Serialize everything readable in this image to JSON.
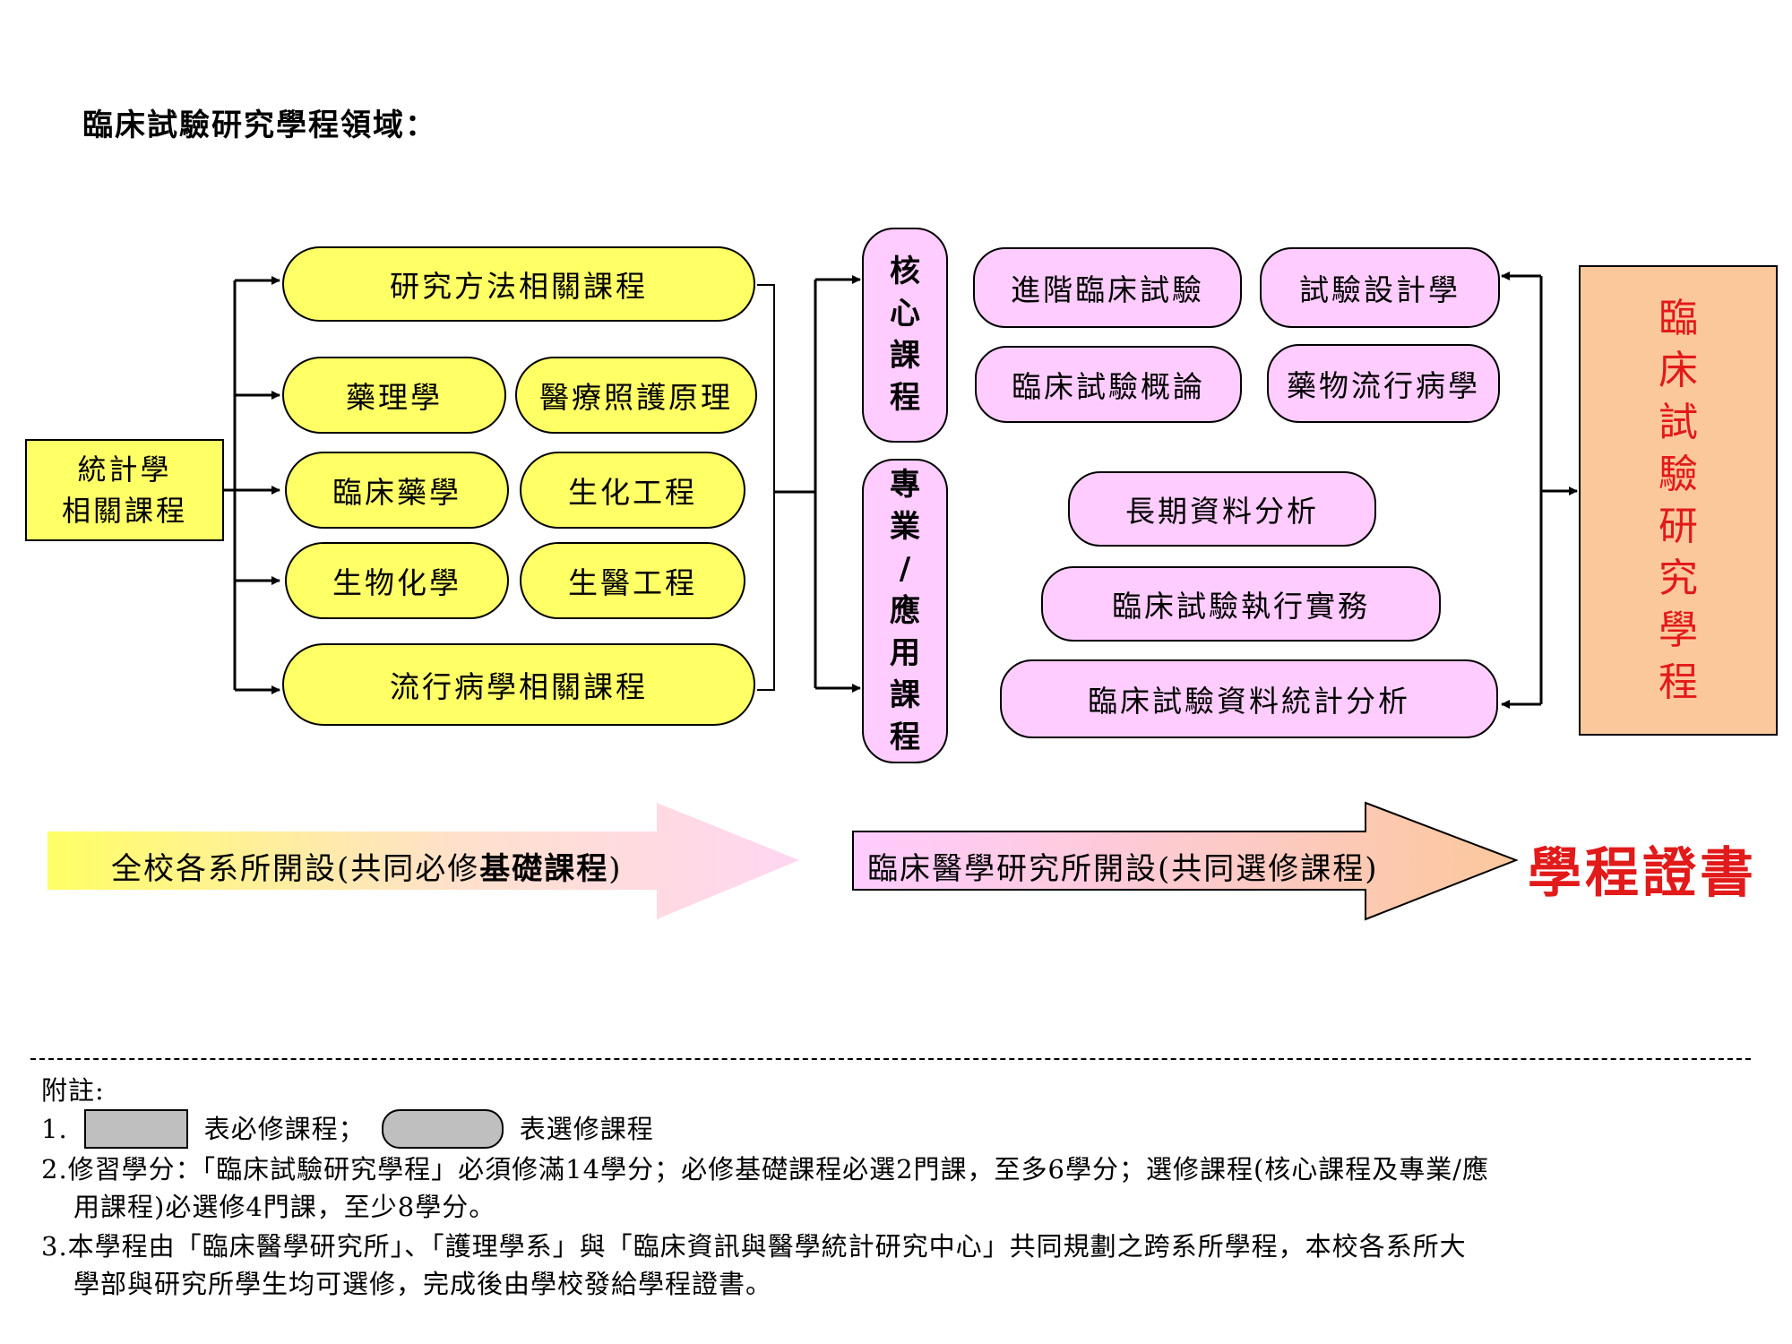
{
  "title": "臨床試驗研究學程領域：",
  "left_box": {
    "line1": "統計學",
    "line2": "相關課程"
  },
  "foundation": {
    "research_methods": "研究方法相關課程",
    "pharmacology": "藥理學",
    "nursing": "醫療照護原理",
    "clinical_pharmacy": "臨床藥學",
    "biochem_eng": "生化工程",
    "biochemistry": "生物化學",
    "biomed_eng": "生醫工程",
    "epidemiology": "流行病學相關課程"
  },
  "core_label": [
    "核",
    "心",
    "課",
    "程"
  ],
  "prof_label": [
    "專",
    "業",
    "/",
    "應",
    "用",
    "課",
    "程"
  ],
  "core_courses": {
    "advanced_trials": "進階臨床試驗",
    "trial_design": "試驗設計學",
    "intro_trials": "臨床試驗概論",
    "pharmaco_epi": "藥物流行病學"
  },
  "prof_courses": {
    "longitudinal": "長期資料分析",
    "execution": "臨床試驗執行實務",
    "stats_analysis": "臨床試驗資料統計分析"
  },
  "final_box": [
    "臨",
    "床",
    "試",
    "驗",
    "研",
    "究",
    "學",
    "程"
  ],
  "arrow1": {
    "text": "全校各系所開設(共同必修",
    "bold": "基礎課程",
    "end": ")"
  },
  "arrow2": {
    "text": "臨床醫學研究所開設(共同選修課程)"
  },
  "certificate": "學程證書",
  "colors": {
    "yellow": "#ffff66",
    "pink": "#ffccff",
    "orange": "#fbc89c",
    "red": "#e21a1a",
    "gray": "#bfbfbf"
  },
  "notes": {
    "heading": "附註:",
    "n1_prefix": "1.",
    "n1_required": "表必修課程；",
    "n1_elective": "表選修課程",
    "n2_line1": "2.修習學分：「臨床試驗研究學程」必須修滿14學分；必修基礎課程必選2門課，至多6學分；選修課程(核心課程及專業/應",
    "n2_line2": "用課程)必選修4門課，至少8學分。",
    "n3_line1": "3.本學程由「臨床醫學研究所」、「護理學系」與「臨床資訊與醫學統計研究中心」共同規劃之跨系所學程，本校各系所大",
    "n3_line2": "學部與研究所學生均可選修，完成後由學校發給學程證書。"
  }
}
